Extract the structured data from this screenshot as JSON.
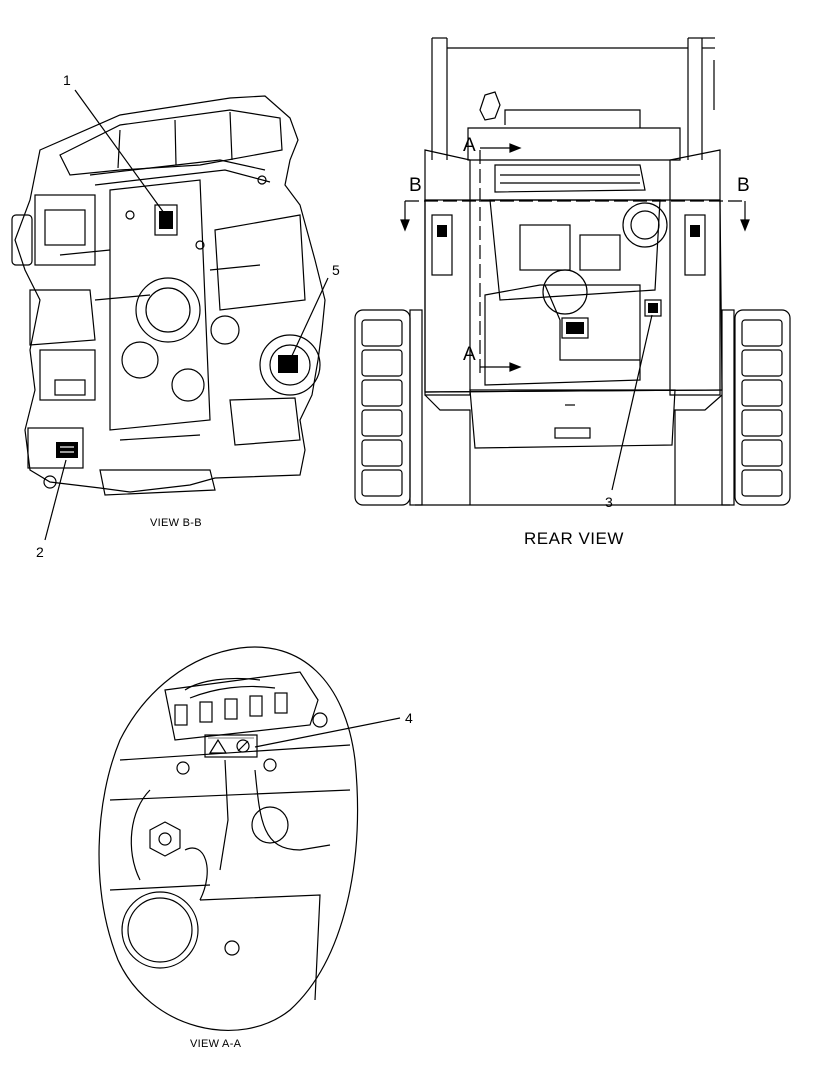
{
  "callouts": {
    "c1": "1",
    "c2": "2",
    "c3": "3",
    "c4": "4",
    "c5": "5"
  },
  "captions": {
    "view_bb": "VIEW B-B",
    "rear_view": "REAR VIEW",
    "view_aa": "VIEW A-A"
  },
  "section_markers": {
    "a_top": "A",
    "a_bottom": "A",
    "b_left": "B",
    "b_right": "B"
  },
  "colors": {
    "line": "#000000",
    "background": "#ffffff"
  }
}
